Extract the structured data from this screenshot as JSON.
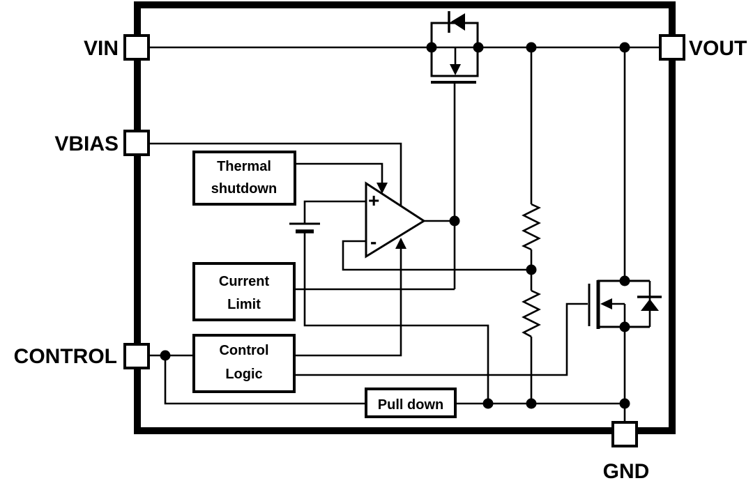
{
  "colors": {
    "background": "#ffffff",
    "line": "#000000",
    "text": "#000000"
  },
  "pins": {
    "vin": {
      "label": "VIN"
    },
    "vbias": {
      "label": "VBIAS"
    },
    "control": {
      "label": "CONTROL"
    },
    "vout": {
      "label": "VOUT"
    },
    "gnd": {
      "label": "GND"
    }
  },
  "blocks": {
    "thermal_shutdown": {
      "line1": "Thermal",
      "line2": "shutdown"
    },
    "current_limit": {
      "line1": "Current",
      "line2": "Limit"
    },
    "control_logic": {
      "line1": "Control",
      "line2": "Logic"
    },
    "pull_down": {
      "label": "Pull down"
    }
  },
  "amplifier": {
    "noninverting_input": "+",
    "inverting_input": "-"
  },
  "icons": {
    "pass_transistor": "pmos-pass-fet-icon",
    "pass_body_diode": "body-diode-icon",
    "pulldown_transistor": "nmos-discharge-fet-icon",
    "pulldown_body_diode": "body-diode-icon",
    "error_amplifier": "error-amplifier-triangle-icon",
    "voltage_reference": "reference-battery-icon",
    "feedback_divider": "feedback-resistor-divider-icon",
    "junction": "junction-dot-icon"
  }
}
